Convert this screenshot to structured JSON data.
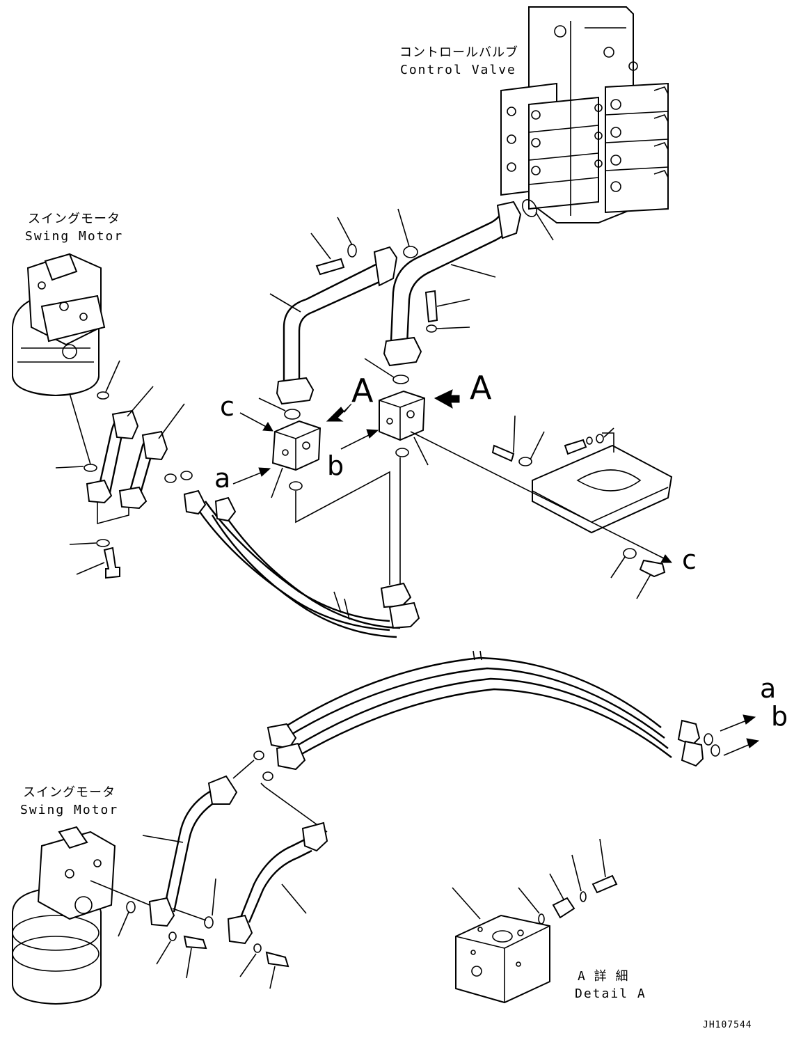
{
  "labels": {
    "control_valve_jp": "コントロールバルブ",
    "control_valve_en": "Control Valve",
    "swing_motor_top_jp": "スイングモータ",
    "swing_motor_top_en": "Swing Motor",
    "swing_motor_bottom_jp": "スイングモータ",
    "swing_motor_bottom_en": "Swing Motor",
    "detail_jp": "A 詳 細",
    "detail_en": "Detail A",
    "drawing_code": "JH107544"
  },
  "callouts": {
    "A_left": "A",
    "A_right": "A",
    "c_top": "c",
    "a_left": "a",
    "b_mid": "b",
    "c_right": "c",
    "a_right": "a",
    "b_right": "b"
  }
}
